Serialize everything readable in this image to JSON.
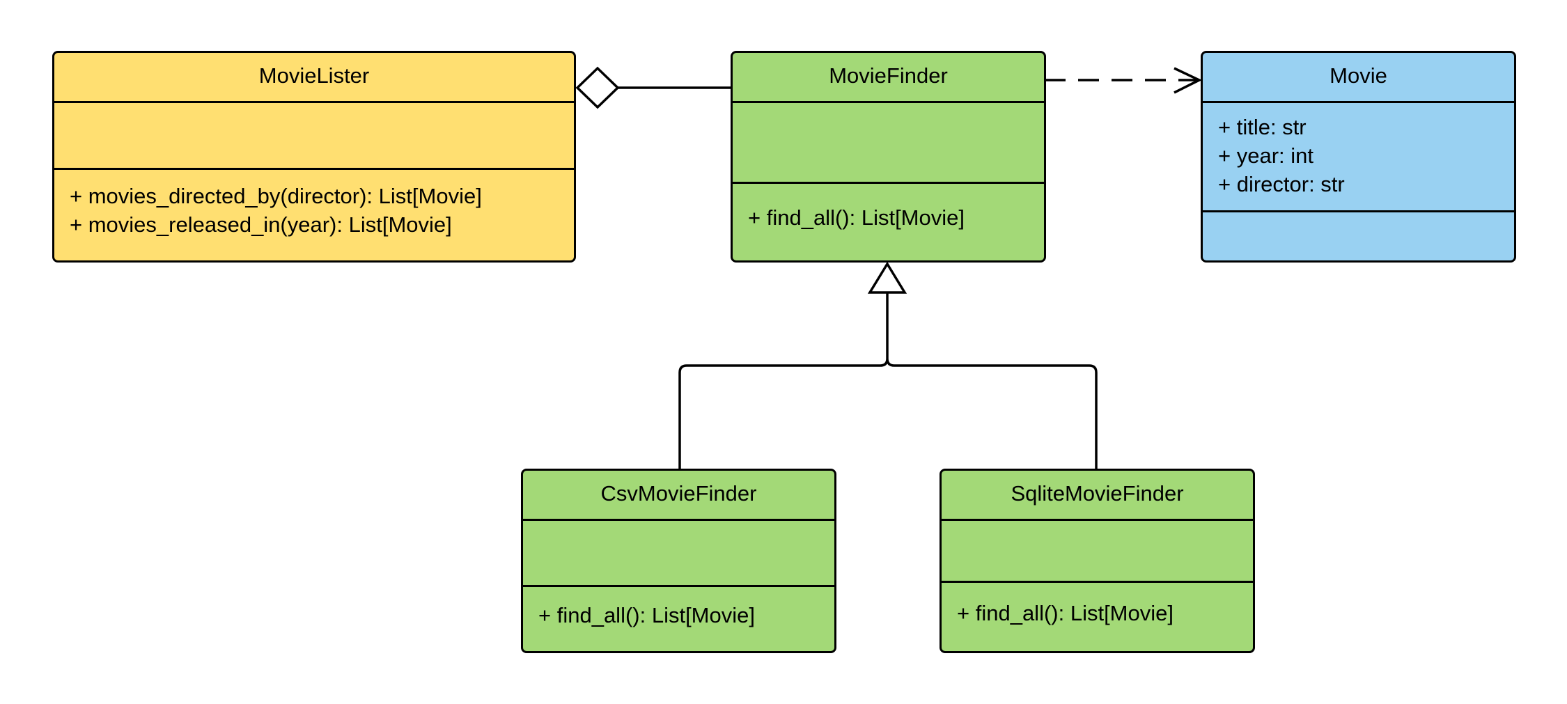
{
  "colors": {
    "lister": "#FFDF71",
    "finder": "#A3D977",
    "movie": "#99D1F2",
    "stroke": "#000000"
  },
  "classes": {
    "movie_lister": {
      "name": "MovieLister",
      "attributes": [],
      "methods": [
        "+ movies_directed_by(director): List[Movie]",
        "+ movies_released_in(year): List[Movie]"
      ]
    },
    "movie_finder": {
      "name": "MovieFinder",
      "attributes": [],
      "methods": [
        "+ find_all(): List[Movie]"
      ]
    },
    "movie": {
      "name": "Movie",
      "attributes": [
        "+ title: str",
        "+ year: int",
        "+ director: str"
      ],
      "methods": []
    },
    "csv_movie_finder": {
      "name": "CsvMovieFinder",
      "attributes": [],
      "methods": [
        "+ find_all(): List[Movie]"
      ]
    },
    "sqlite_movie_finder": {
      "name": "SqliteMovieFinder",
      "attributes": [],
      "methods": [
        "+ find_all(): List[Movie]"
      ]
    }
  },
  "relations": [
    {
      "type": "aggregation",
      "from": "MovieLister",
      "to": "MovieFinder"
    },
    {
      "type": "dependency",
      "from": "MovieFinder",
      "to": "Movie"
    },
    {
      "type": "generalization",
      "from": "CsvMovieFinder",
      "to": "MovieFinder"
    },
    {
      "type": "generalization",
      "from": "SqliteMovieFinder",
      "to": "MovieFinder"
    }
  ]
}
